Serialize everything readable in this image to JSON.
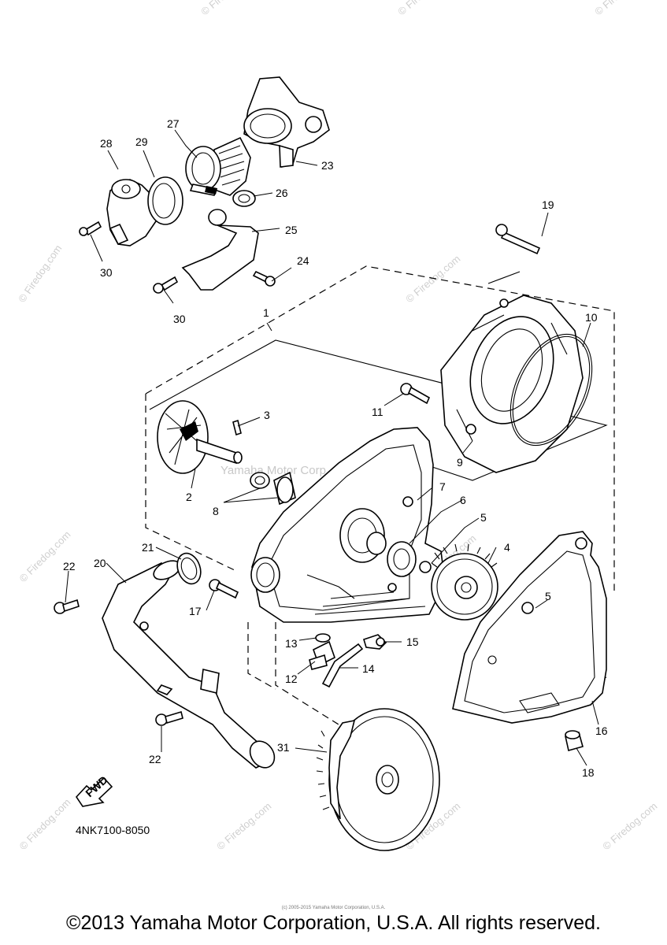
{
  "diagram": {
    "reference_code": "4NK7100-8050",
    "fwd_label": "FWD",
    "center_watermark": "Yamaha Motor Corp., U.S.A.",
    "watermark_text": "© Firedog.com",
    "callouts": [
      "1",
      "2",
      "3",
      "4",
      "5",
      "5",
      "6",
      "7",
      "8",
      "9",
      "10",
      "11",
      "12",
      "13",
      "14",
      "15",
      "16",
      "17",
      "18",
      "19",
      "20",
      "21",
      "22",
      "22",
      "23",
      "24",
      "25",
      "26",
      "27",
      "28",
      "29",
      "30",
      "30",
      "31"
    ]
  },
  "footer": {
    "fineprint": "(c) 2005-2015 Yamaha Motor Corporation, U.S.A.",
    "copyright": "©2013 Yamaha Motor Corporation, U.S.A. All rights reserved."
  }
}
